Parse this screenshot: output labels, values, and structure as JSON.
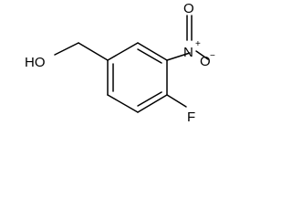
{
  "molecule": {
    "atoms": {
      "hydroxyl": "HO",
      "nitro_nitrogen": "N",
      "nitro_charge_positive": "+",
      "nitro_oxygen_top": "O",
      "nitro_oxygen_right": "O",
      "nitro_charge_negative": "−",
      "fluorine": "F"
    },
    "colors": {
      "bond": "#000000",
      "label": "#000000",
      "background": "#ffffff"
    }
  }
}
